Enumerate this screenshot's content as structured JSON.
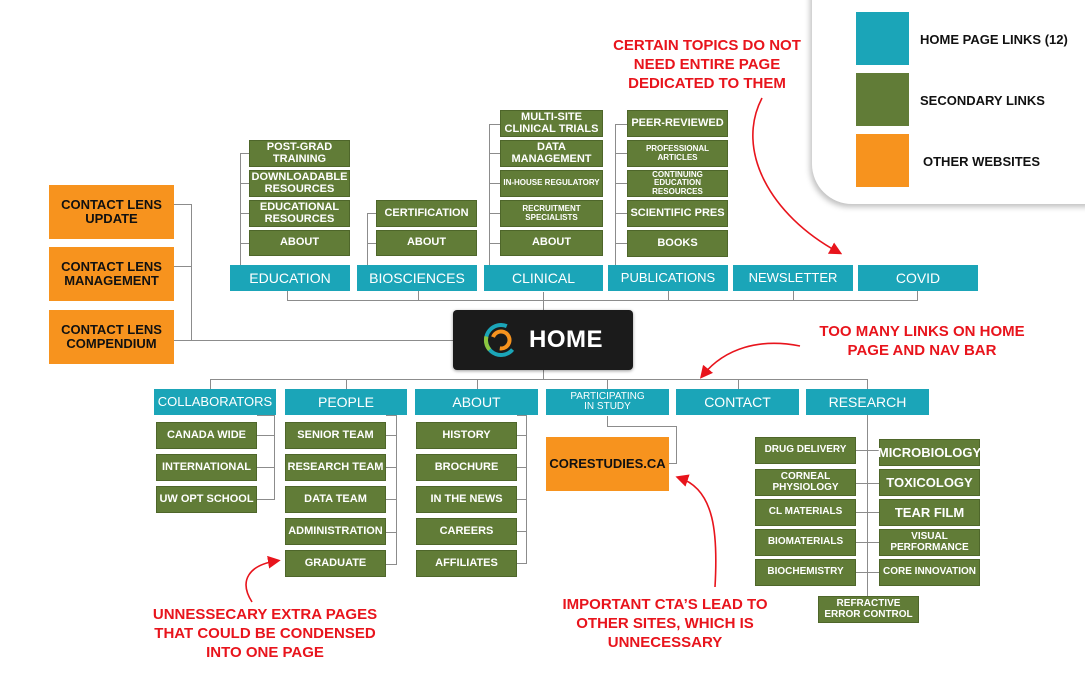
{
  "legend": {
    "home_links": "HOME PAGE LINKS (12)",
    "secondary_links": "SECONDARY LINKS",
    "other_websites": "OTHER WEBSITES",
    "colors": {
      "home_links": "#1ba5b8",
      "secondary_links": "#617c37",
      "other_websites": "#f7931e"
    }
  },
  "home": {
    "label": "HOME"
  },
  "top_nav": {
    "education": "EDUCATION",
    "biosciences": "BIOSCIENCES",
    "clinical": "CLINICAL",
    "publications": "PUBLICATIONS",
    "newsletter": "NEWSLETTER",
    "covid": "COVID"
  },
  "education_links": [
    "POST-GRAD TRAINING",
    "DOWNLOADABLE RESOURCES",
    "EDUCATIONAL RESOURCES",
    "ABOUT"
  ],
  "biosciences_links": [
    "CERTIFICATION",
    "ABOUT"
  ],
  "clinical_links": [
    "MULTI-SITE CLINICAL TRIALS",
    "DATA MANAGEMENT",
    "IN-HOUSE REGULATORY",
    "RECRUITMENT SPECIALISTS",
    "ABOUT"
  ],
  "publications_links": [
    "PEER-REVIEWED",
    "PROFESSIONAL ARTICLES",
    "CONTINUING EDUCATION RESOURCES",
    "SCIENTIFIC PRES",
    "BOOKS"
  ],
  "contact_lens_sites": [
    "CONTACT LENS UPDATE",
    "CONTACT LENS MANAGEMENT",
    "CONTACT LENS COMPENDIUM"
  ],
  "bottom_nav": {
    "collaborators": "COLLABORATORS",
    "people": "PEOPLE",
    "about": "ABOUT",
    "participating": "PARTICIPATING IN STUDY",
    "contact": "CONTACT",
    "research": "RESEARCH"
  },
  "collaborators_links": [
    "CANADA WIDE",
    "INTERNATIONAL",
    "UW OPT SCHOOL"
  ],
  "people_links": [
    "SENIOR TEAM",
    "RESEARCH TEAM",
    "DATA TEAM",
    "ADMINISTRATION",
    "GRADUATE"
  ],
  "about_links": [
    "HISTORY",
    "BROCHURE",
    "IN THE NEWS",
    "CAREERS",
    "AFFILIATES"
  ],
  "participating_site": "CORESTUDIES.CA",
  "research_left": [
    "DRUG DELIVERY",
    "CORNEAL PHYSIOLOGY",
    "CL MATERIALS",
    "BIOMATERIALS",
    "BIOCHEMISTRY"
  ],
  "research_right": [
    "MICROBIOLOGY",
    "TOXICOLOGY",
    "TEAR FILM",
    "VISUAL PERFORMANCE",
    "CORE INNOVATION"
  ],
  "research_bottom": "REFRACTIVE ERROR CONTROL",
  "annotations": {
    "topics": "CERTAIN TOPICS DO NOT NEED ENTIRE PAGE DEDICATED TO THEM",
    "too_many": "TOO MANY LINKS ON HOME PAGE AND NAV BAR",
    "extra_pages": "UNNESSECARY EXTRA PAGES THAT COULD BE CONDENSED INTO ONE PAGE",
    "cta": "IMPORTANT CTA’S LEAD TO OTHER SITES, WHICH IS UNNECESSARY"
  }
}
